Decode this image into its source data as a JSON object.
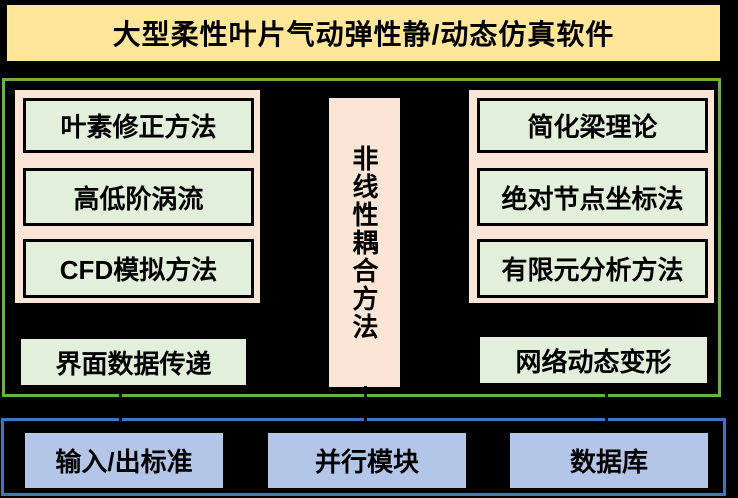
{
  "title": "大型柔性叶片气动弹性静/动态仿真软件",
  "aero": {
    "modules": [
      "叶素修正方法",
      "高低阶涡流",
      "CFD模拟方法"
    ],
    "footer": "界面数据传递"
  },
  "coupling": {
    "label": "非线性耦合方法"
  },
  "structure": {
    "modules": [
      "简化梁理论",
      "绝对节点坐标法",
      "有限元分析方法"
    ],
    "footer": "网络动态变形"
  },
  "platform": {
    "modules": [
      "输入/出标准",
      "并行模块",
      "数据库"
    ]
  },
  "colors": {
    "background": "#000000",
    "title_fill": "#FFE699",
    "panel_fill": "#FBE5D6",
    "module_fill": "#E2EFDA",
    "base_fill": "#B4C6E7",
    "frame_green": "#70AD47",
    "frame_blue": "#4472C4",
    "border_black": "#000000"
  }
}
